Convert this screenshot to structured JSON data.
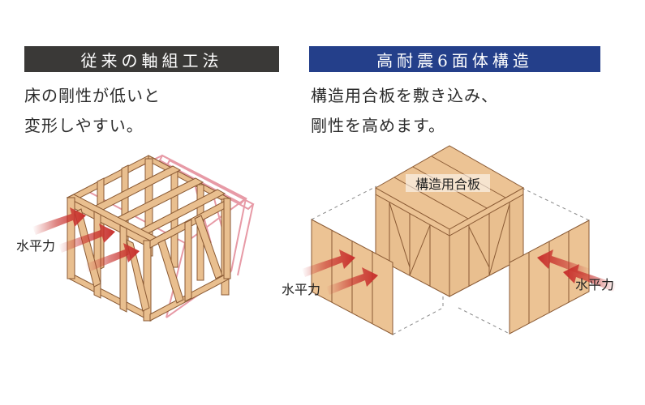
{
  "left": {
    "title": "従来の軸組工法",
    "desc_line1": "床の剛性が低いと",
    "desc_line2": "変形しやすい。",
    "force_label": "水平力"
  },
  "right": {
    "title": "高耐震6面体構造",
    "desc_line1": "構造用合板を敷き込み、",
    "desc_line2": "剛性を高めます。",
    "board_label": "構造用合板",
    "force_label_left": "水平力",
    "force_label_right": "水平力"
  },
  "colors": {
    "left_banner": "#3a3937",
    "right_banner": "#243f8a",
    "wood": "#e9bf8f",
    "wood_edge": "#8a5a34",
    "arrow": "#c8302c",
    "deform": "#e79aa6"
  }
}
